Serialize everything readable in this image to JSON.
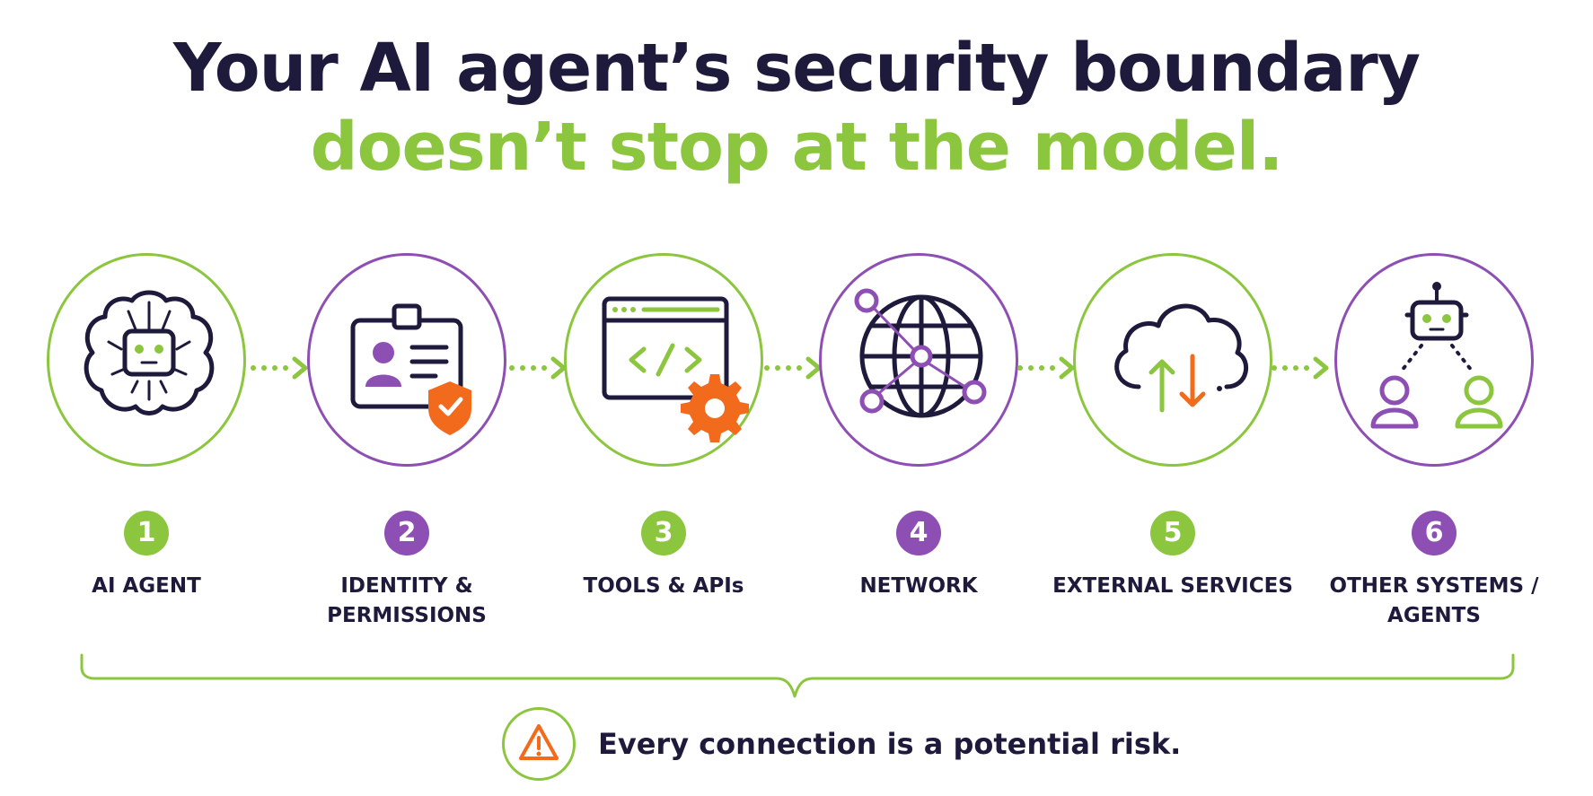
{
  "title": {
    "line1": "Your AI agent’s security boundary",
    "line2": "doesn’t stop at the model."
  },
  "colors": {
    "navy": "#1e1a3c",
    "green": "#8cc63f",
    "purple": "#8e4fb4",
    "orange": "#f26a1b"
  },
  "steps": [
    {
      "number": "1",
      "label": "AI AGENT",
      "accent": "green",
      "icon": "brain-robot-icon"
    },
    {
      "number": "2",
      "label": "IDENTITY & PERMISSIONS",
      "accent": "purple",
      "icon": "id-badge-shield-icon"
    },
    {
      "number": "3",
      "label": "TOOLS & APIs",
      "accent": "green",
      "icon": "code-window-gear-icon"
    },
    {
      "number": "4",
      "label": "NETWORK",
      "accent": "purple",
      "icon": "globe-network-icon"
    },
    {
      "number": "5",
      "label": "EXTERNAL SERVICES",
      "accent": "green",
      "icon": "cloud-transfer-icon"
    },
    {
      "number": "6",
      "label": "OTHER SYSTEMS / AGENTS",
      "accent": "purple",
      "icon": "robot-users-icon"
    }
  ],
  "footer": {
    "text": "Every connection is a potential risk.",
    "icon": "warning-triangle-icon"
  }
}
